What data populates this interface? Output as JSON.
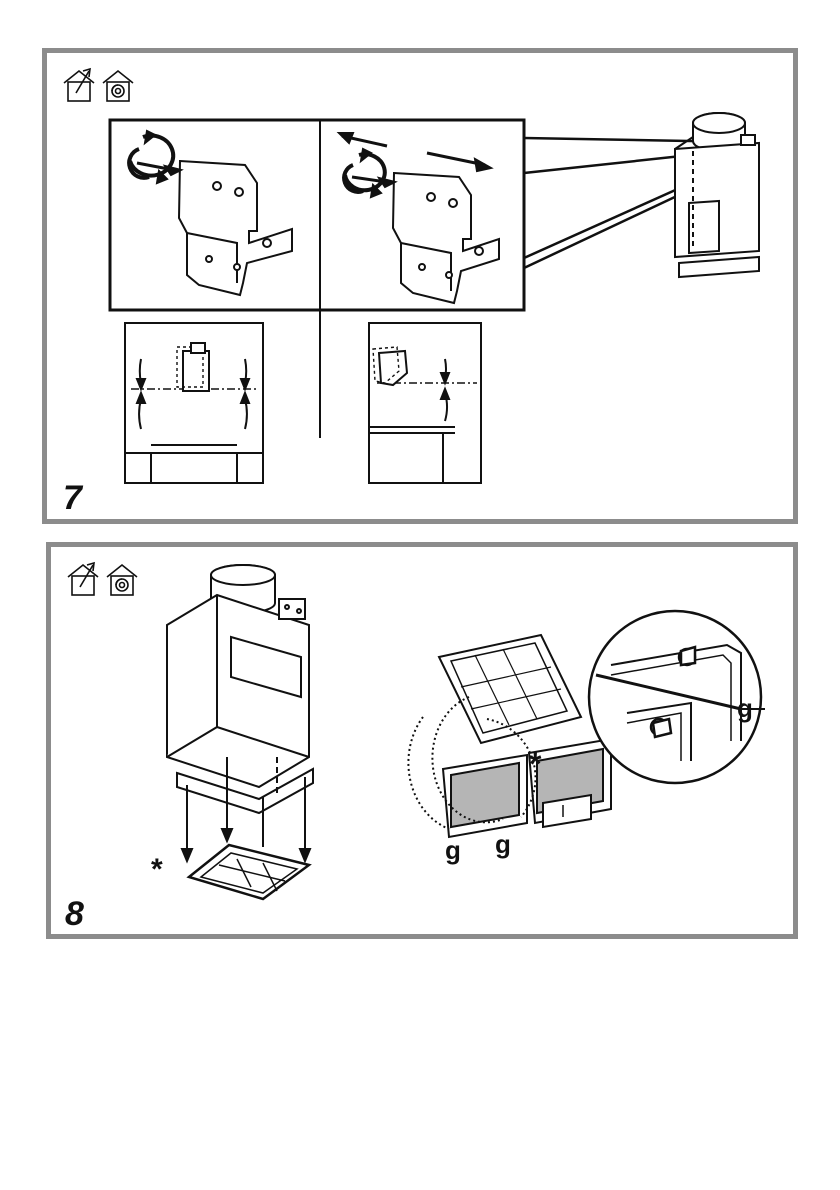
{
  "page": {
    "figures": [
      {
        "step_number": "7",
        "icons": [
          "ducted-mode-icon",
          "recirculation-mode-icon"
        ]
      },
      {
        "step_number": "8",
        "icons": [
          "ducted-mode-icon",
          "recirculation-mode-icon"
        ],
        "callouts": {
          "asterisk_left": "*",
          "asterisk_right": "*",
          "g_left": "g",
          "g_middle": "g",
          "g_zoom": "g"
        }
      }
    ]
  }
}
